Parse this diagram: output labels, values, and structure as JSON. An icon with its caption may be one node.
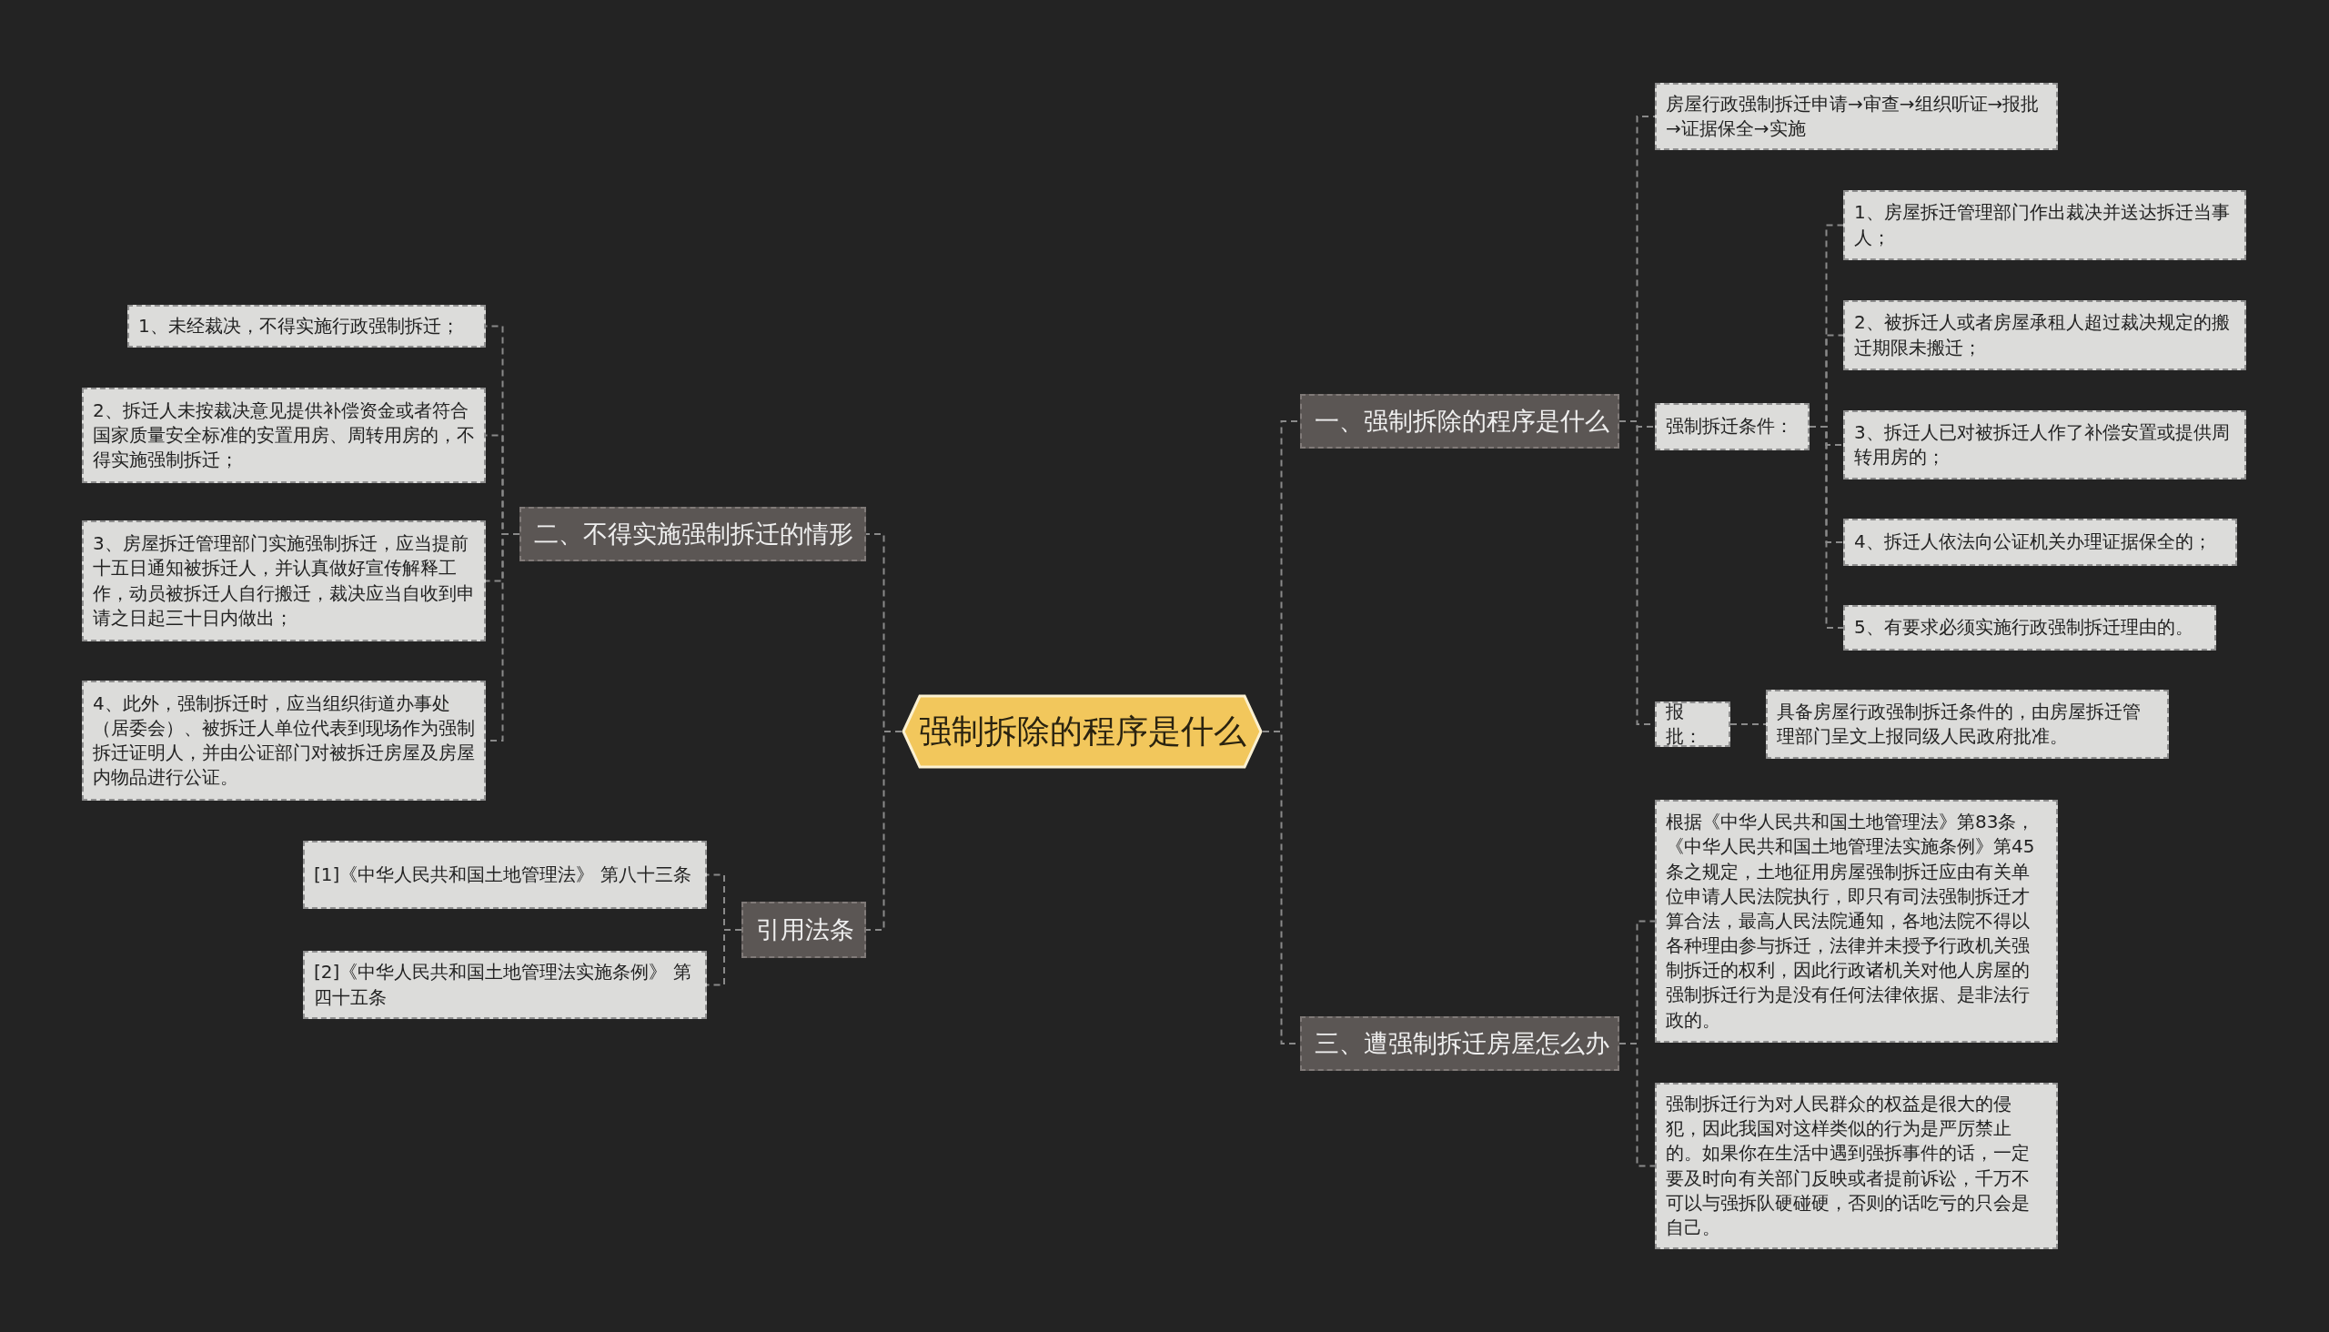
{
  "diagram": {
    "nodes": [
      {
        "text": [
          "强制拆除的程序是什么"
        ]
      },
      {
        "text": [
          "一、强制拆除的程序是什么"
        ]
      },
      {
        "text": [
          "房屋行政强制拆迁申请→审查→组织听证→报批→证据保全→实施"
        ]
      },
      {
        "text": [
          "强制拆迁条件："
        ]
      },
      {
        "text": [
          "1、房屋拆迁管理部门作出裁决并送达拆迁当事人；"
        ]
      },
      {
        "text": [
          "2、被拆迁人或者房屋承租人超过裁决规定的搬迁期限未搬迁；"
        ]
      },
      {
        "text": [
          "3、拆迁人已对被拆迁人作了补偿安置或提供周转用房的；"
        ]
      },
      {
        "text": [
          "4、拆迁人依法向公证机关办理证据保全的；"
        ]
      },
      {
        "text": [
          "5、有要求必须实施行政强制拆迁理由的。"
        ]
      },
      {
        "text": [
          "报批："
        ]
      },
      {
        "text": [
          "具备房屋行政强制拆迁条件的，由房屋拆迁管理部门呈文上报同级人民政府批准。"
        ]
      },
      {
        "text": [
          "三、遭强制拆迁房屋怎么办"
        ]
      },
      {
        "text": [
          "根据《中华人民共和国土地管理法》第83条，《中华人民共和国土地管理法实施条例》第45条之规定，土地征用房屋强制拆迁应由有关单位申请人民法院执行，即只有司法强制拆迁才算合法，最高人民法院通知，各地法院不得以各种理由参与拆迁，法律并未授予行政机关强制拆迁的权利，因此行政诸机关对他人房屋的强制拆迁行为是没有任何法律依据、是非法行政的。"
        ]
      },
      {
        "text": [
          "强制拆迁行为对人民群众的权益是很大的侵犯，因此我国对这样类似的行为是严厉禁止的。如果你在生活中遇到强拆事件的话，一定要及时向有关部门反映或者提前诉讼，千万不可以与强拆队硬碰硬，否则的话吃亏的只会是自己。"
        ]
      },
      {
        "text": [
          "二、不得实施强制拆迁的情形"
        ]
      },
      {
        "text": [
          "1、未经裁决，不得实施行政强制拆迁；"
        ]
      },
      {
        "text": [
          "2、拆迁人未按裁决意见提供补偿资金或者符合国家质量安全标准的安置用房、周转用房的，不得实施强制拆迁；"
        ]
      },
      {
        "text": [
          "3、房屋拆迁管理部门实施强制拆迁，应当提前十五日通知被拆迁人，并认真做好宣传解释工作，动员被拆迁人自行搬迁，裁决应当自收到申请之日起三十日内做出；"
        ]
      },
      {
        "text": [
          "4、此外，强制拆迁时，应当组织街道办事处（居委会）、被拆迁人单位代表到现场作为强制拆迁证明人，并由公证部门对被拆迁房屋及房屋内物品进行公证。"
        ]
      },
      {
        "text": [
          "引用法条"
        ]
      },
      {
        "text": [
          "[1]《中华人民共和国土地管理法》 第八十三条"
        ]
      },
      {
        "text": [
          "[2]《中华人民共和国土地管理法实施条例》 第四十五条"
        ]
      }
    ],
    "edges": [
      {
        "from": 0,
        "to": 1,
        "arrow": "none"
      },
      {
        "from": 0,
        "to": 11,
        "arrow": "none"
      },
      {
        "from": 0,
        "to": 14,
        "arrow": "none"
      },
      {
        "from": 0,
        "to": 19,
        "arrow": "none"
      },
      {
        "from": 1,
        "to": 2,
        "arrow": "none"
      },
      {
        "from": 1,
        "to": 3,
        "arrow": "none"
      },
      {
        "from": 1,
        "to": 9,
        "arrow": "none"
      },
      {
        "from": 3,
        "to": 4,
        "arrow": "none"
      },
      {
        "from": 3,
        "to": 5,
        "arrow": "none"
      },
      {
        "from": 3,
        "to": 6,
        "arrow": "none"
      },
      {
        "from": 3,
        "to": 7,
        "arrow": "none"
      },
      {
        "from": 3,
        "to": 8,
        "arrow": "none"
      },
      {
        "from": 9,
        "to": 10,
        "arrow": "none"
      },
      {
        "from": 11,
        "to": 12,
        "arrow": "none"
      },
      {
        "from": 11,
        "to": 13,
        "arrow": "none"
      },
      {
        "from": 14,
        "to": 15,
        "arrow": "none"
      },
      {
        "from": 14,
        "to": 16,
        "arrow": "none"
      },
      {
        "from": 14,
        "to": 17,
        "arrow": "none"
      },
      {
        "from": 14,
        "to": 18,
        "arrow": "none"
      },
      {
        "from": 19,
        "to": 20,
        "arrow": "none"
      },
      {
        "from": 19,
        "to": 21,
        "arrow": "none"
      }
    ]
  }
}
